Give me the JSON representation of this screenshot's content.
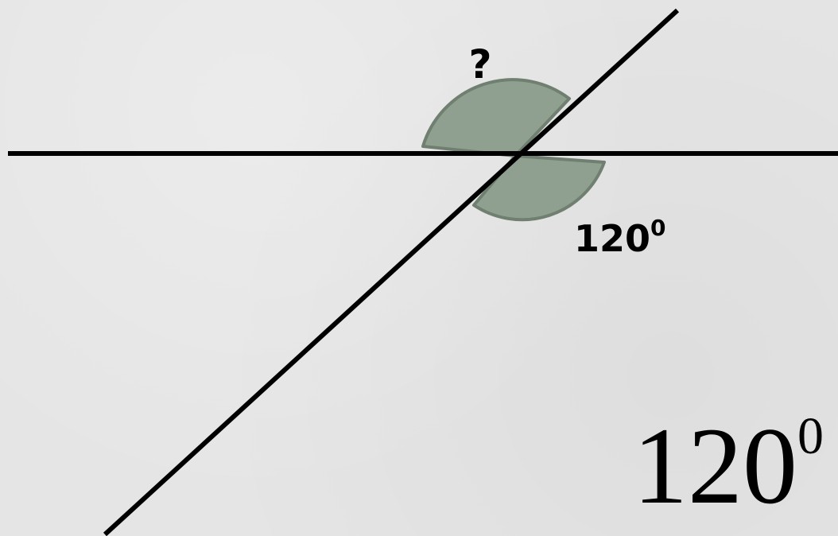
{
  "diagram": {
    "unknown_angle_label": "?",
    "given_angle": {
      "value": "120",
      "superscript": "0"
    },
    "answer": {
      "value": "120",
      "superscript": "0"
    },
    "colors": {
      "background": "#e5e5e5",
      "sector_fill": "#8fa090",
      "sector_stroke": "#6f7f70",
      "line": "#000000"
    }
  }
}
